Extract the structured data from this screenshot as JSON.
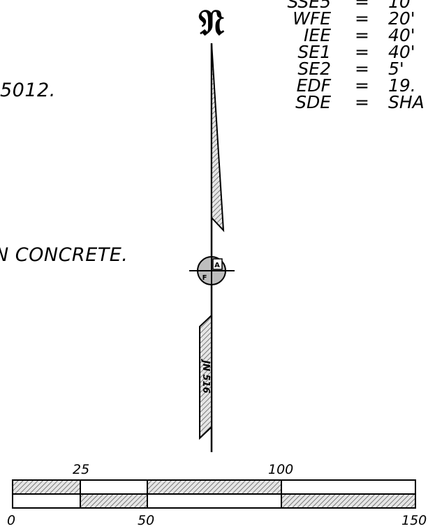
{
  "notes": {
    "top": ".",
    "mid": "5012.",
    "low": "N  CONCRETE."
  },
  "north_arrow": {
    "symbol": "𝔑",
    "post_label": "JN 516"
  },
  "abbreviations": [
    {
      "key": "SSE5",
      "eq": "=",
      "value": "10'"
    },
    {
      "key": "WFE",
      "eq": "=",
      "value": "20'"
    },
    {
      "key": "IEE",
      "eq": "=",
      "value": "40'"
    },
    {
      "key": "SE1",
      "eq": "=",
      "value": "40'"
    },
    {
      "key": "SE2",
      "eq": "=",
      "value": "5'"
    },
    {
      "key": "EDF",
      "eq": "=",
      "value": "19."
    },
    {
      "key": "SDE",
      "eq": "=",
      "value": "SHA"
    }
  ],
  "scale_bar": {
    "top_labels": [
      "25",
      "100"
    ],
    "bottom_labels": [
      "0",
      "50",
      "150"
    ]
  }
}
